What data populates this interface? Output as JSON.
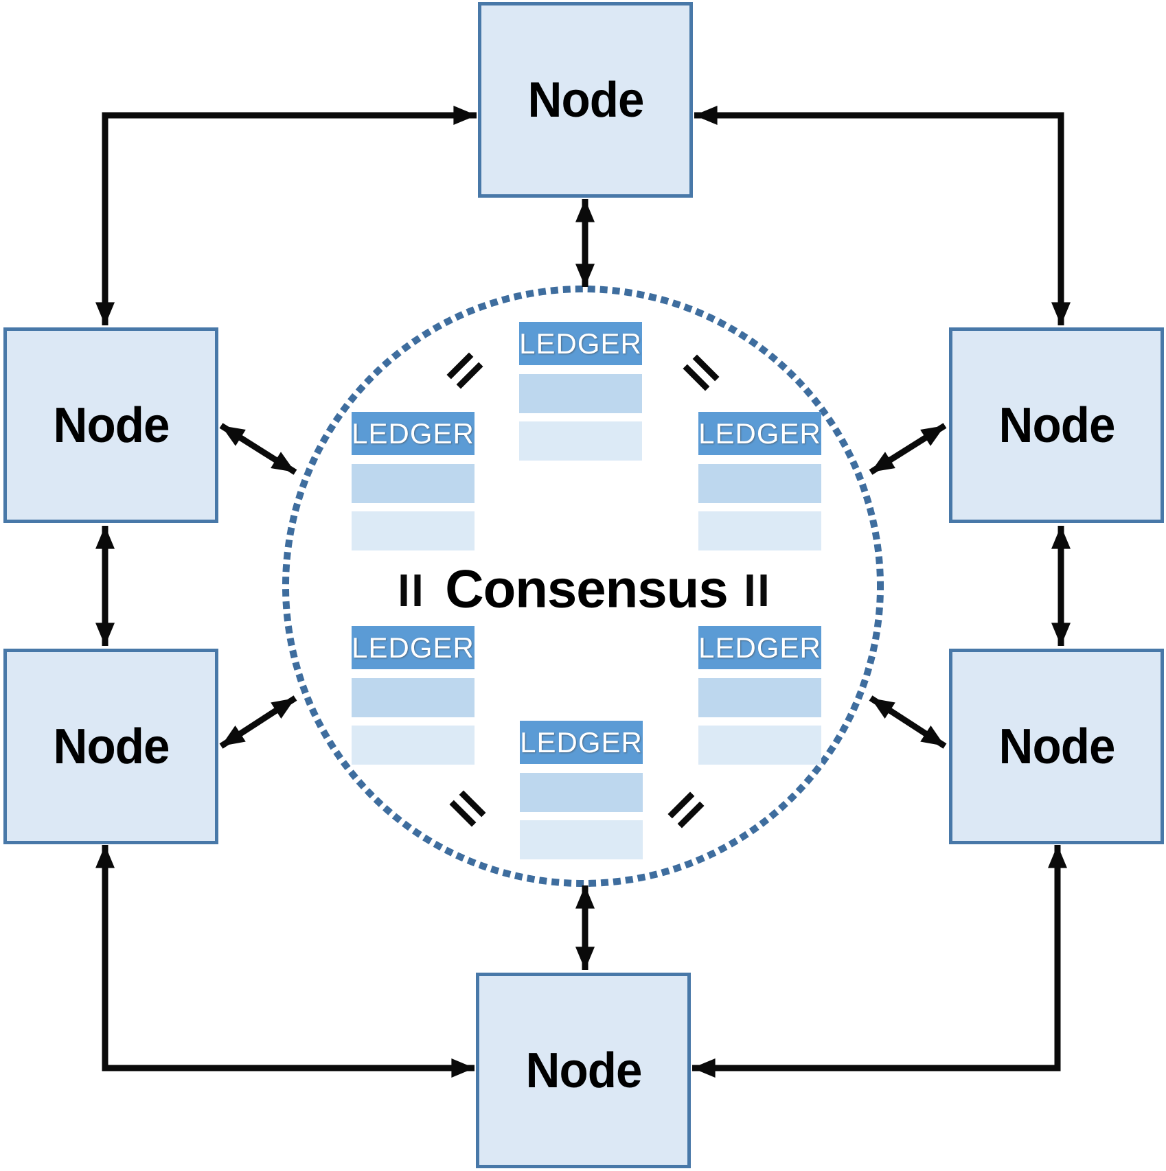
{
  "diagram": {
    "consensus_label": "Consensus",
    "nodes": [
      {
        "position": "top",
        "label": "Node"
      },
      {
        "position": "upper-left",
        "label": "Node"
      },
      {
        "position": "upper-right",
        "label": "Node"
      },
      {
        "position": "lower-left",
        "label": "Node"
      },
      {
        "position": "lower-right",
        "label": "Node"
      },
      {
        "position": "bottom",
        "label": "Node"
      }
    ],
    "ledgers": [
      {
        "position": "top-center",
        "label": "LEDGER"
      },
      {
        "position": "middle-left",
        "label": "LEDGER"
      },
      {
        "position": "middle-right",
        "label": "LEDGER"
      },
      {
        "position": "bottom-left",
        "label": "LEDGER"
      },
      {
        "position": "bottom-right",
        "label": "LEDGER"
      },
      {
        "position": "bottom-center",
        "label": "LEDGER"
      }
    ],
    "icons": {
      "equals_sign": "=",
      "double_headed_arrow": "↔",
      "consensus_ring": "dotted-circle"
    },
    "colors": {
      "node_fill": "#dce8f5",
      "node_border": "#4878a8",
      "ledger_header_fill": "#5b9bd5",
      "ledger_header_text": "#ffffff",
      "ledger_row_light": "#bdd7ee",
      "ledger_row_lighter": "#dceaf6",
      "ring_dots": "#3e6d9e",
      "arrows": "#0a0a0a",
      "text": "#000000"
    }
  }
}
